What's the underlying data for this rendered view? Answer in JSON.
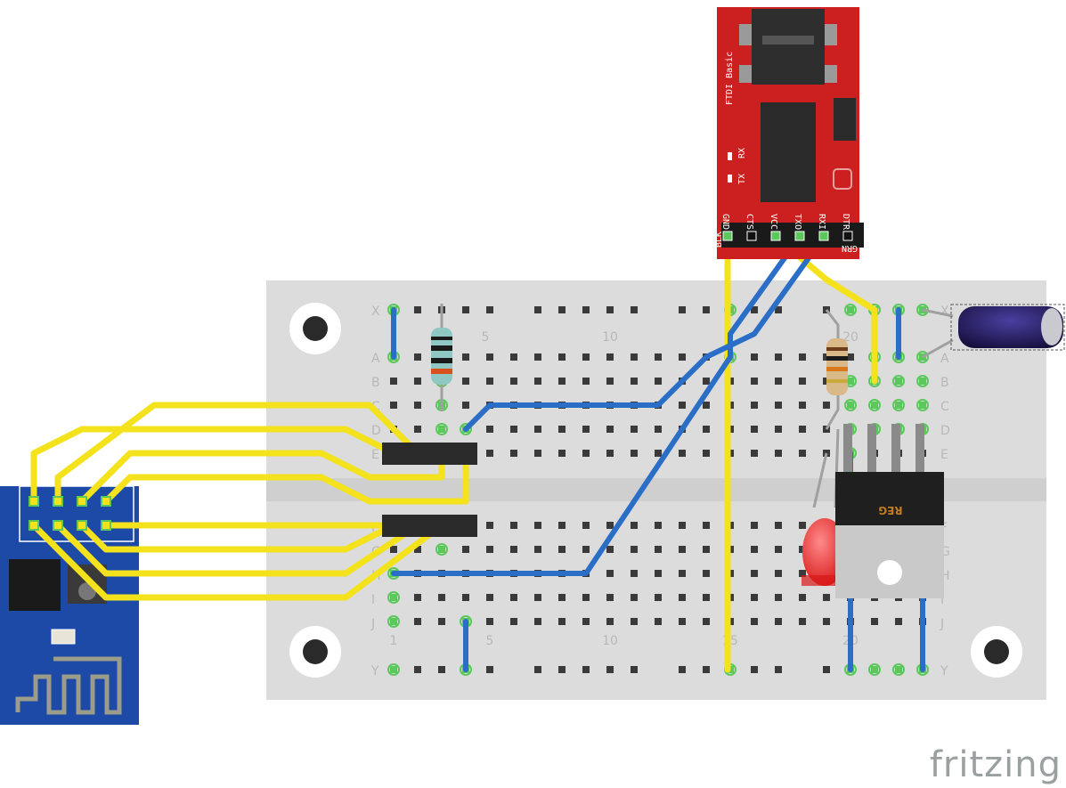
{
  "breadboard": {
    "col_labels": [
      "1",
      "5",
      "10",
      "15",
      "20"
    ],
    "top_rows": [
      "X",
      "A",
      "B",
      "C",
      "D",
      "E"
    ],
    "bottom_rows": [
      "F",
      "G",
      "H",
      "I",
      "J",
      "Y"
    ]
  },
  "ftdi": {
    "title": "FTDI Basic",
    "pins": [
      "GND",
      "CTS",
      "VCC",
      "TXO",
      "RXI",
      "DTR"
    ],
    "led_labels": [
      "TX",
      "RX"
    ],
    "edge_left": "BLK",
    "edge_right": "GRN"
  },
  "regulator": {
    "label": "REG"
  },
  "brand": {
    "name": "fritzing"
  },
  "colors": {
    "breadboard": "#dcdcdc",
    "wire_yellow": "#f3e21c",
    "wire_blue": "#2a6ec8",
    "ftdi_red": "#cc1f1f",
    "esp_blue": "#1c4aa6",
    "hole_green": "#5ac85a"
  }
}
